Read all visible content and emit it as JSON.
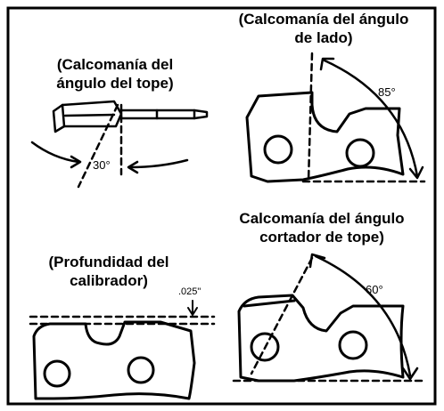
{
  "labels": {
    "top_left": {
      "line1": "(Calcomanía del",
      "line2": "ángulo del tope)"
    },
    "top_right": {
      "line1": "(Calcomanía del ángulo",
      "line2": "de lado)"
    },
    "mid_right": {
      "line1": "Calcomanía del ángulo",
      "line2": "cortador de tope)"
    },
    "bottom_left": {
      "line1": "(Profundidad del",
      "line2": "calibrador)"
    }
  },
  "measurements": {
    "top_plate_angle": "30°",
    "side_plate_angle": "85°",
    "top_cutter_angle": "60°",
    "depth_gauge": ".025\""
  }
}
